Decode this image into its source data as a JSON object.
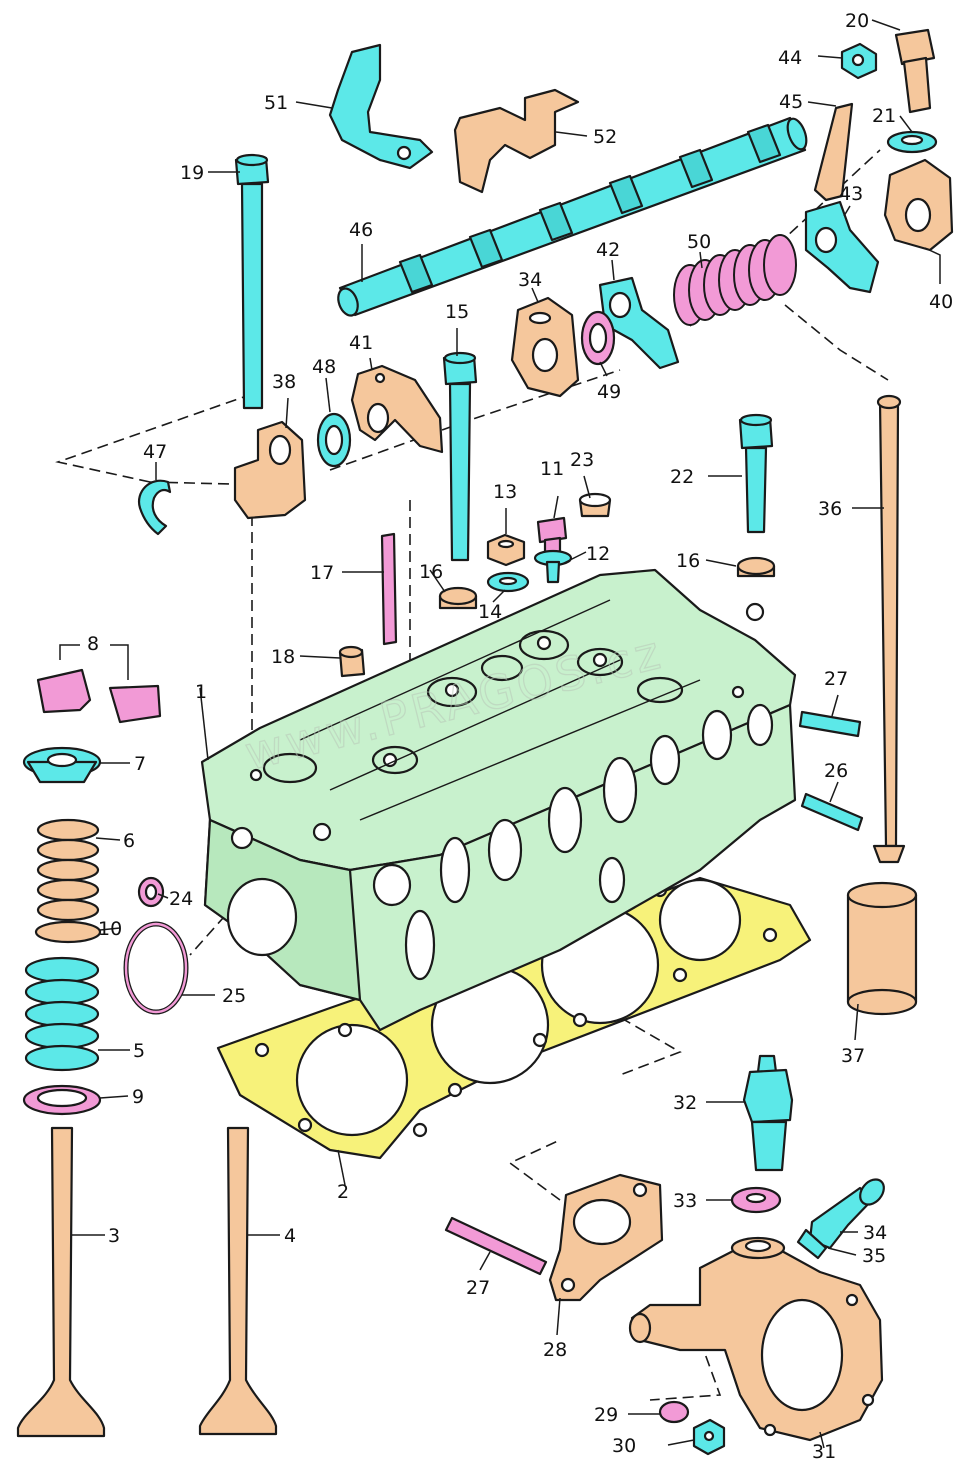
{
  "watermark": "www.PRAGOS.cz",
  "colors": {
    "cyan": "#5ce8e8",
    "salmon": "#f5c79c",
    "pink": "#f29ad6",
    "yellow": "#f7f27a",
    "green": "#c8f1cd",
    "outline": "#1a1a1a"
  },
  "labels": {
    "l1": "1",
    "l2": "2",
    "l3": "3",
    "l4": "4",
    "l5": "5",
    "l6": "6",
    "l7": "7",
    "l8": "8",
    "l9": "9",
    "l10": "10",
    "l11": "11",
    "l12": "12",
    "l13": "13",
    "l14": "14",
    "l15": "15",
    "l16a": "16",
    "l16b": "16",
    "l17": "17",
    "l18": "18",
    "l19": "19",
    "l20": "20",
    "l21": "21",
    "l22": "22",
    "l23": "23",
    "l24": "24",
    "l25": "25",
    "l26": "26",
    "l27a": "27",
    "l27b": "27",
    "l28": "28",
    "l29": "29",
    "l30": "30",
    "l31": "31",
    "l32": "32",
    "l33": "33",
    "l34a": "34",
    "l34b": "34",
    "l35": "35",
    "l36": "36",
    "l37": "37",
    "l38": "38",
    "l40": "40",
    "l41": "41",
    "l42": "42",
    "l43": "43",
    "l44": "44",
    "l45": "45",
    "l46": "46",
    "l47": "47",
    "l48": "48",
    "l49": "49",
    "l50": "50",
    "l51": "51",
    "l52": "52"
  }
}
